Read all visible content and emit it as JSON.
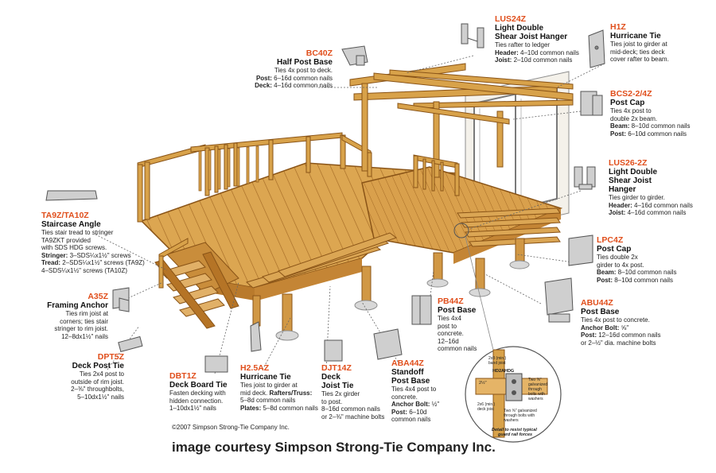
{
  "labels": {
    "lus24z": {
      "code": "LUS24Z",
      "name1": "Light Double",
      "name2": "Shear Joist Hanger",
      "d1": "Ties rafter to ledger",
      "d2k": "Header:",
      "d2": " 4–10d common nails",
      "d3k": "Joist:",
      "d3": " 2–10d common nails"
    },
    "h1z": {
      "code": "H1Z",
      "name": "Hurricane Tie",
      "d1": "Ties joist to girder at",
      "d2": "mid-deck; ties deck",
      "d3": "cover rafter to beam."
    },
    "bc40z": {
      "code": "BC40Z",
      "name": "Half Post Base",
      "d1": "Ties 4x post to deck.",
      "d2k": "Post:",
      "d2": " 6–16d common nails",
      "d3k": "Deck:",
      "d3": " 4–16d common nails"
    },
    "bcs224z": {
      "code": "BCS2-2/4Z",
      "name": "Post Cap",
      "d1": "Ties 4x post to",
      "d2": "double 2x beam.",
      "d3k": "Beam:",
      "d3": " 8–10d common nails",
      "d4k": "Post:",
      "d4": " 6–10d common nails"
    },
    "lus262z": {
      "code": "LUS26-2Z",
      "name1": "Light Double",
      "name2": "Shear Joist",
      "name3": "Hanger",
      "d1": "Ties girder to girder.",
      "d2k": "Header:",
      "d2": " 4–16d common nails",
      "d3k": "Joist:",
      "d3": " 4–16d common nails"
    },
    "ta9z": {
      "code": "TA9Z/TA10Z",
      "name": "Staircase Angle",
      "d1": "Ties stair tread to stringer",
      "d2": "TA9ZKT provided",
      "d3": "with SDS HDG screws.",
      "d4k": "Stringer:",
      "d4": " 3–SDS¼x1½\" screws",
      "d5k": "Tread:",
      "d5": " 2–SDS¼x1½\" screws (TA9Z)",
      "d6": "4–SDS¼x1½\" screws (TA10Z)"
    },
    "lpc4z": {
      "code": "LPC4Z",
      "name": "Post Cap",
      "d1": "Ties double 2x",
      "d2": "girder to 4x post.",
      "d3k": "Beam:",
      "d3": " 8–10d common nails",
      "d4k": "Post:",
      "d4": " 8–10d common nails"
    },
    "a35z": {
      "code": "A35Z",
      "name": "Framing Anchor",
      "d1": "Ties rim joist at",
      "d2": "corners; ties stair",
      "d3": "stringer to rim joist.",
      "d4": "12–8dx1½\" nails"
    },
    "pb44z": {
      "code": "PB44Z",
      "name": "Post Base",
      "d1": "Ties 4x4",
      "d2": "post to",
      "d3": "concrete.",
      "d4": "12–16d",
      "d5": "common nails"
    },
    "abu44z": {
      "code": "ABU44Z",
      "name": "Post Base",
      "d1": "Ties 4x post to concrete.",
      "d2k": "Anchor Bolt:",
      "d2": " ⅝\"",
      "d3k": "Post:",
      "d3": " 12–16d common nails",
      "d4": "or 2–½\" dia. machine bolts"
    },
    "dpt5z": {
      "code": "DPT5Z",
      "name": "Deck Post Tie",
      "d1": "Ties 2x4 post to",
      "d2": "outside of rim joist.",
      "d3": "2–⅜\" throughbolts,",
      "d4": "5–10dx1½\" nails"
    },
    "dbt1z": {
      "code": "DBT1Z",
      "name": "Deck Board Tie",
      "d1": "Fasten decking with",
      "d2": "hidden connection.",
      "d3": "1–10dx1½\" nails"
    },
    "h25az": {
      "code": "H2.5AZ",
      "name": "Hurricane Tie",
      "d1": "Ties joist to girder at",
      "d2": "mid deck.",
      "d2k": " Rafters/Truss:",
      "d3": "5–8d common nails",
      "d4k": "Plates:",
      "d4": " 5–8d common nails"
    },
    "djt14z": {
      "code": "DJT14Z",
      "name1": "Deck",
      "name2": "Joist Tie",
      "d1": "Ties 2x girder",
      "d2": "to post.",
      "d3": "8–16d common nails",
      "d4": "or 2–⅜\" machine bolts"
    },
    "aba44z": {
      "code": "ABA44Z",
      "name1": "Standoff",
      "name2": "Post Base",
      "d1": "Ties 4x4 post to",
      "d2": "concrete.",
      "d3k": "Anchor Bolt:",
      "d3": " ½\"",
      "d4k": "Post:",
      "d4": " 6–10d",
      "d5": "common nails"
    }
  },
  "inset": {
    "t1": "2x8 (min.)",
    "t2": "band joist",
    "t3": "HD2AHDG",
    "t4": "2½\"",
    "t5": "Two ⅝\"",
    "t6": "galvanized",
    "t7": "through",
    "t8": "bolts with",
    "t9": "washers",
    "t10": "2x6 (min.)",
    "t11": "deck joist",
    "t12": "Two ⅝\" galvanized",
    "t13": "through bolts with",
    "t14": "washers",
    "cap1": "Detail to resist typical",
    "cap2": "guard rail forces"
  },
  "copyright": "©2007 Simpson Strong-Tie Company Inc.",
  "credit": "image courtesy Simpson Strong-Tie Company Inc.",
  "colors": {
    "wood": "#d8a24a",
    "wood_dark": "#a86a22",
    "wood_light": "#edc57a",
    "callout": "#e04e1b",
    "metal": "#c9c9c9"
  }
}
